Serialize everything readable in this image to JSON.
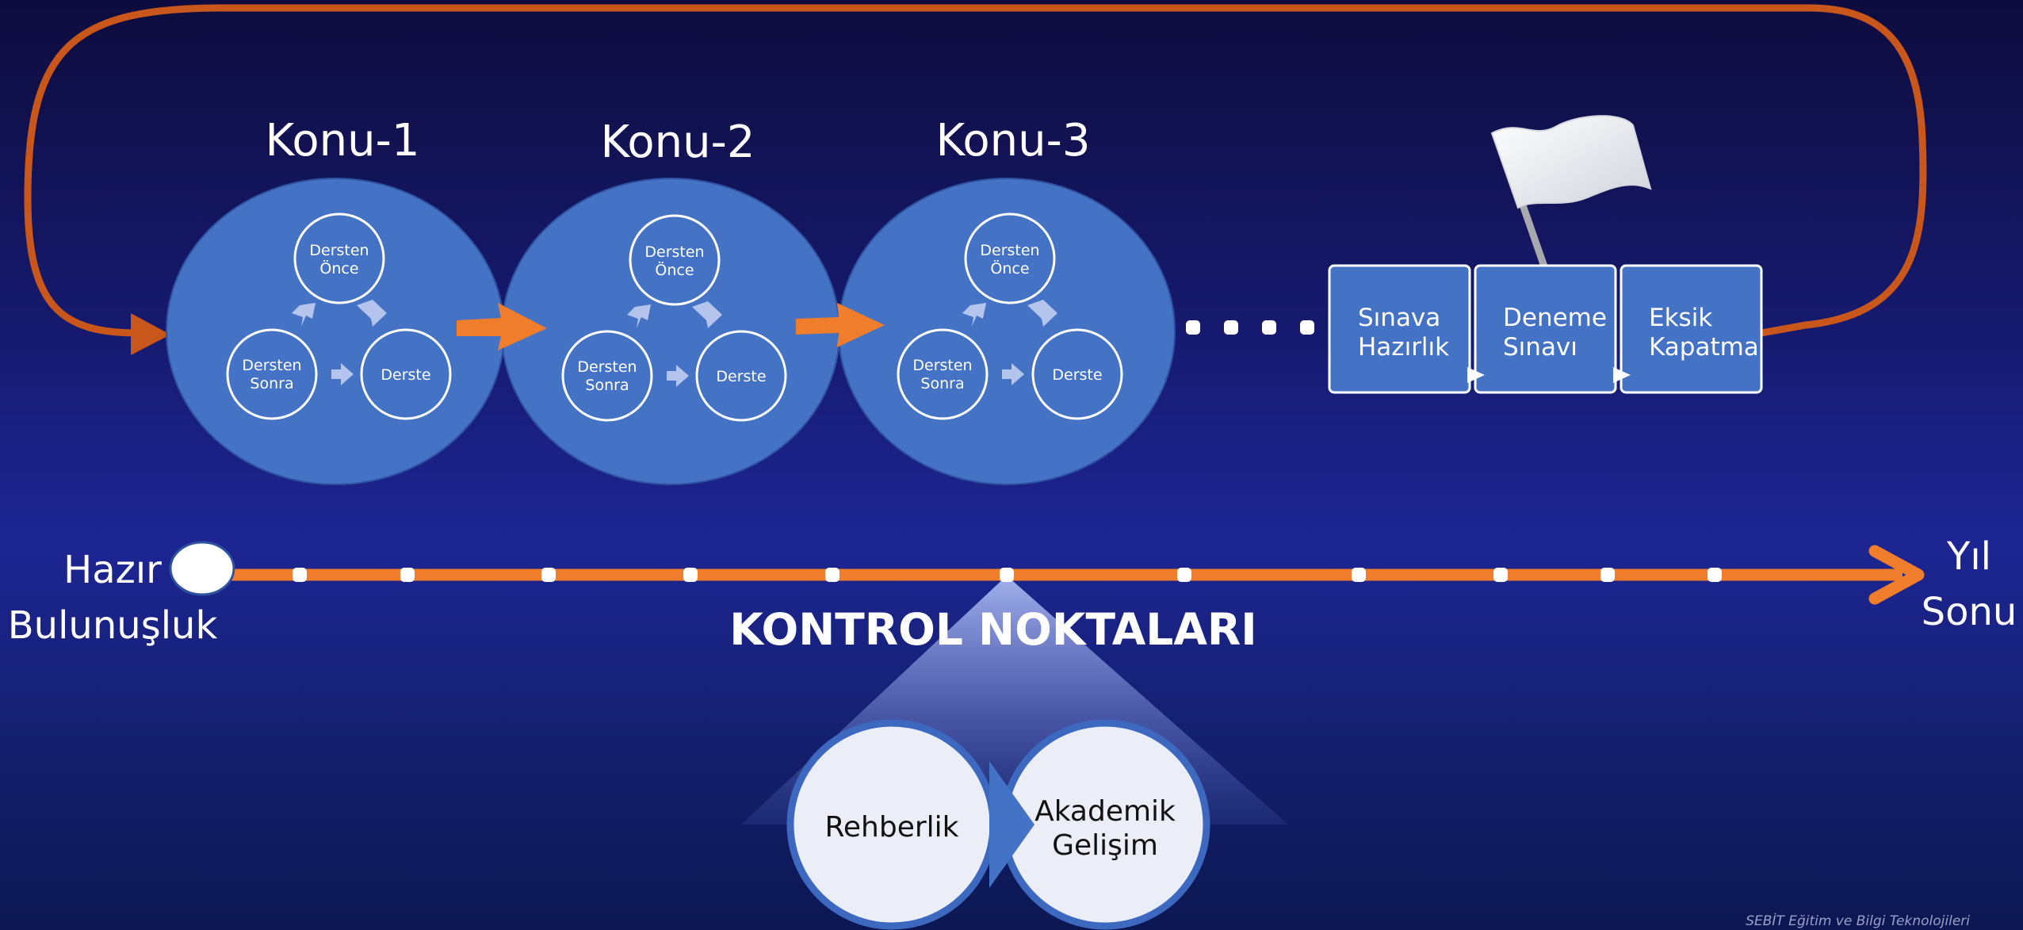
{
  "topics": [
    {
      "title": "Konu-1",
      "cycle": {
        "before": [
          "Dersten",
          "Önce"
        ],
        "during": "Derste",
        "after": [
          "Dersten",
          "Sonra"
        ]
      }
    },
    {
      "title": "Konu-2",
      "cycle": {
        "before": [
          "Dersten",
          "Önce"
        ],
        "during": "Derste",
        "after": [
          "Dersten",
          "Sonra"
        ]
      }
    },
    {
      "title": "Konu-3",
      "cycle": {
        "before": [
          "Dersten",
          "Önce"
        ],
        "during": "Derste",
        "after": [
          "Dersten",
          "Sonra"
        ]
      }
    }
  ],
  "exam_steps": [
    [
      "Sınava",
      "Hazırlık"
    ],
    [
      "Deneme",
      "Sınavı"
    ],
    [
      "Eksik",
      "Kapatma"
    ]
  ],
  "timeline": {
    "start_label": [
      "Hazır",
      "Bulunuşluk"
    ],
    "end_label": [
      "Yıl",
      "Sonu"
    ],
    "checkpoint_count": 11,
    "title": "KONTROL NOKTALARI"
  },
  "checkpoint_focus": {
    "left": "Rehberlik",
    "right": [
      "Akademik",
      "Gelişim"
    ]
  },
  "footer": "SEBİT Eğitim ve Bilgi Teknolojileri",
  "colors": {
    "orange": "#ef7d2c",
    "loop": "#c9561b",
    "blue": "#4472c4",
    "white": "#ffffff"
  }
}
